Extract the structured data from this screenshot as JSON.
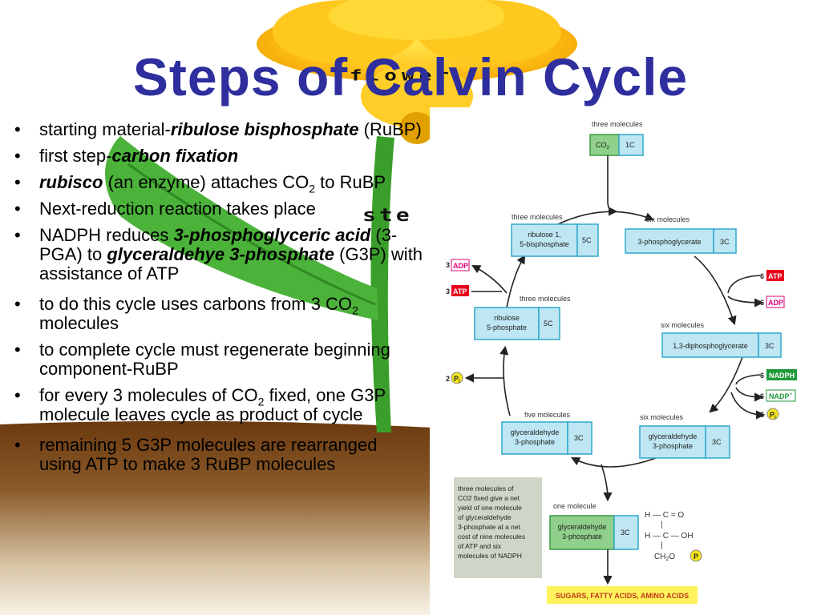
{
  "title": "Steps of  Calvin Cycle",
  "overlay_words": {
    "flower": "flower",
    "stem": "ste"
  },
  "bullets": [
    {
      "segments": [
        {
          "t": "starting material-"
        },
        {
          "t": "ribulose bisphosphate",
          "bi": true
        },
        {
          "t": " (RuBP)"
        }
      ]
    },
    {
      "segments": [
        {
          "t": "first step-"
        },
        {
          "t": "carbon fixation",
          "bi": true
        }
      ]
    },
    {
      "segments": [
        {
          "t": "rubisco",
          "bi": true
        },
        {
          "t": " (an enzyme) attaches CO"
        },
        {
          "t": "2",
          "sub": true
        },
        {
          "t": " to RuBP"
        }
      ]
    },
    {
      "segments": [
        {
          "t": "Next-reduction reaction takes place"
        }
      ]
    },
    {
      "segments": [
        {
          "t": "NADPH reduces "
        },
        {
          "t": "3-phosphoglyceric acid",
          "bi": true
        },
        {
          "t": " (3-PGA) to "
        },
        {
          "t": "glyceraldehye 3-phosphate",
          "bi": true
        },
        {
          "t": " (G3P) with  assistance of ATP"
        }
      ]
    },
    {
      "segments": [
        {
          "t": "to do this cycle uses carbons from 3 CO"
        },
        {
          "t": "2",
          "sub": true
        },
        {
          "t": " molecules"
        }
      ]
    },
    {
      "segments": [
        {
          "t": "to complete cycle must regenerate beginning component-RuBP"
        }
      ]
    },
    {
      "segments": [
        {
          "t": "for every 3 molecules of CO"
        },
        {
          "t": "2",
          "sub": true
        },
        {
          "t": " fixed, one G3P molecule leaves cycle as product of cycle"
        }
      ]
    },
    {
      "segments": [
        {
          "t": "remaining 5 G3P molecules are rearranged using ATP to make 3 RuBP molecules"
        }
      ]
    }
  ],
  "diagram": {
    "co2_caption": "three molecules",
    "co2_label": "CO",
    "co2_sub": "2",
    "co2_count": "1C",
    "rubp_caption": "three molecules",
    "rubp_label_1": "ribulose 1,",
    "rubp_label_2": "5-bisphosphate",
    "rubp_count": "5C",
    "pga_caption": "six molecules",
    "pga_label": "3-phosphoglycerate",
    "pga_count": "3C",
    "dpg_caption": "six molecules",
    "dpg_label": "1,3-diphosphoglycerate",
    "dpg_count": "3C",
    "g3p_right_caption": "six molecules",
    "g3p_right_label_1": "glyceraldehyde",
    "g3p_right_label_2": "3-phosphate",
    "g3p_right_count": "3C",
    "g3p_left_caption": "five molecules",
    "g3p_left_label_1": "glyceraldehyde",
    "g3p_left_label_2": "3-phosphate",
    "g3p_left_count": "3C",
    "r5p_caption": "three molecules",
    "r5p_label_1": "ribulose",
    "r5p_label_2": "5-phosphate",
    "r5p_count": "5C",
    "out_caption": "one molecule",
    "out_label_1": "glyceraldehyde",
    "out_label_2": "3-phosphate",
    "out_count": "3C",
    "left_adp_num": "3",
    "left_adp": "ADP",
    "left_atp_num": "3",
    "left_atp": "ATP",
    "left_pi_num": "2",
    "pi_symbol": "P",
    "pi_sub": "i",
    "right_atp_num": "6",
    "right_atp": "ATP",
    "right_adp_num": "6",
    "right_adp": "ADP",
    "right_nadph_num": "6",
    "right_nadph": "NADPH",
    "right_nadp_num": "6",
    "right_nadp": "NADP",
    "right_nadp_sup": "+",
    "right_pi_num": "6",
    "note_lines": [
      "three molecules of",
      "CO2 fixed give a net",
      "yield of one molecule",
      "of glyceraldehyde",
      "3-phosphate at a net",
      "cost of nine molecules",
      "of ATP and six",
      "molecules of NADPH"
    ],
    "chem_1": "H — C = O",
    "chem_2": "H — C — OH",
    "chem_3": "CH",
    "chem_3_sub": "2",
    "chem_3_end": "O",
    "chem_p": "P",
    "products": "SUGARS, FATTY ACIDS, AMINO ACIDS"
  },
  "colors": {
    "title": "#2e2e9e",
    "atp": "#e8001c",
    "adp": "#e0007a",
    "nadph": "#1f9a3a",
    "pi": "#f4e51a",
    "box": "#bfe6f3",
    "green_box": "#8fd08a",
    "note_bg": "#cfd6c8",
    "products_bg": "#fff35c"
  }
}
